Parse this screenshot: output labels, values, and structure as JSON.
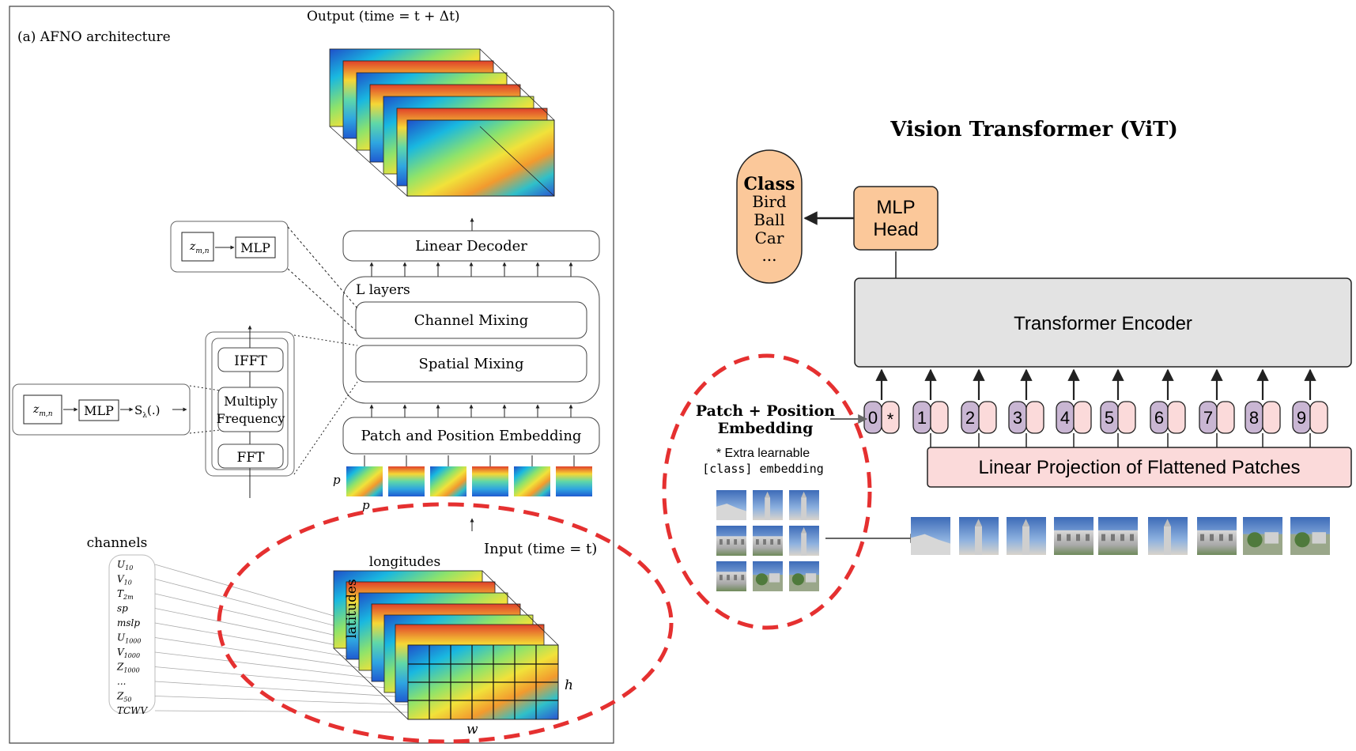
{
  "afno": {
    "caption": "(a) AFNO architecture",
    "output_label": "Output (time = t + Δt)",
    "input_label": "Input (time = t)",
    "linear_decoder": "Linear Decoder",
    "l_layers": "L layers",
    "channel_mixing": "Channel Mixing",
    "spatial_mixing": "Spatial Mixing",
    "patch_embedding": "Patch and Position Embedding",
    "ifft": "IFFT",
    "multiply_frequency": [
      "Multiply",
      "Frequency"
    ],
    "fft": "FFT",
    "z_label": "z",
    "z_sub": "m,n",
    "mlp": "MLP",
    "s_lambda": "S",
    "s_lambda_sub": "λ",
    "s_lambda_tail": "(.)",
    "p_label": "p",
    "channels_title": "channels",
    "channels": [
      {
        "b": "U",
        "s": "10"
      },
      {
        "b": "V",
        "s": "10"
      },
      {
        "b": "T",
        "s": "2m"
      },
      {
        "b": "sp",
        "s": ""
      },
      {
        "b": "mslp",
        "s": ""
      },
      {
        "b": "U",
        "s": "1000"
      },
      {
        "b": "V",
        "s": "1000"
      },
      {
        "b": "Z",
        "s": "1000"
      },
      {
        "b": "...",
        "s": ""
      },
      {
        "b": "Z",
        "s": "50"
      },
      {
        "b": "TCWV",
        "s": ""
      }
    ],
    "longitudes": "longitudes",
    "latitudes": "latitudes",
    "h_label": "h",
    "w_label": "w"
  },
  "vit": {
    "title": "Vision Transformer (ViT)",
    "class_title": "Class",
    "classes": [
      "Bird",
      "Ball",
      "Car",
      "..."
    ],
    "mlp_head": [
      "MLP",
      "Head"
    ],
    "transformer_encoder": "Transformer Encoder",
    "linear_projection": "Linear Projection of Flattened Patches",
    "patch_position": [
      "Patch + Position",
      "Embedding"
    ],
    "extra_note": "* Extra learnable",
    "extra_note2": "[class] embedding",
    "tokens": [
      "0",
      "1",
      "2",
      "3",
      "4",
      "5",
      "6",
      "7",
      "8",
      "9"
    ],
    "star": "*"
  },
  "colors": {
    "class_fill": "#fbc89a",
    "encoder_fill": "#e3e3e3",
    "projection_fill": "#fbdada",
    "token_purple": "#c9b6d3",
    "token_pink": "#fbdada",
    "highlight": "#e53030"
  }
}
